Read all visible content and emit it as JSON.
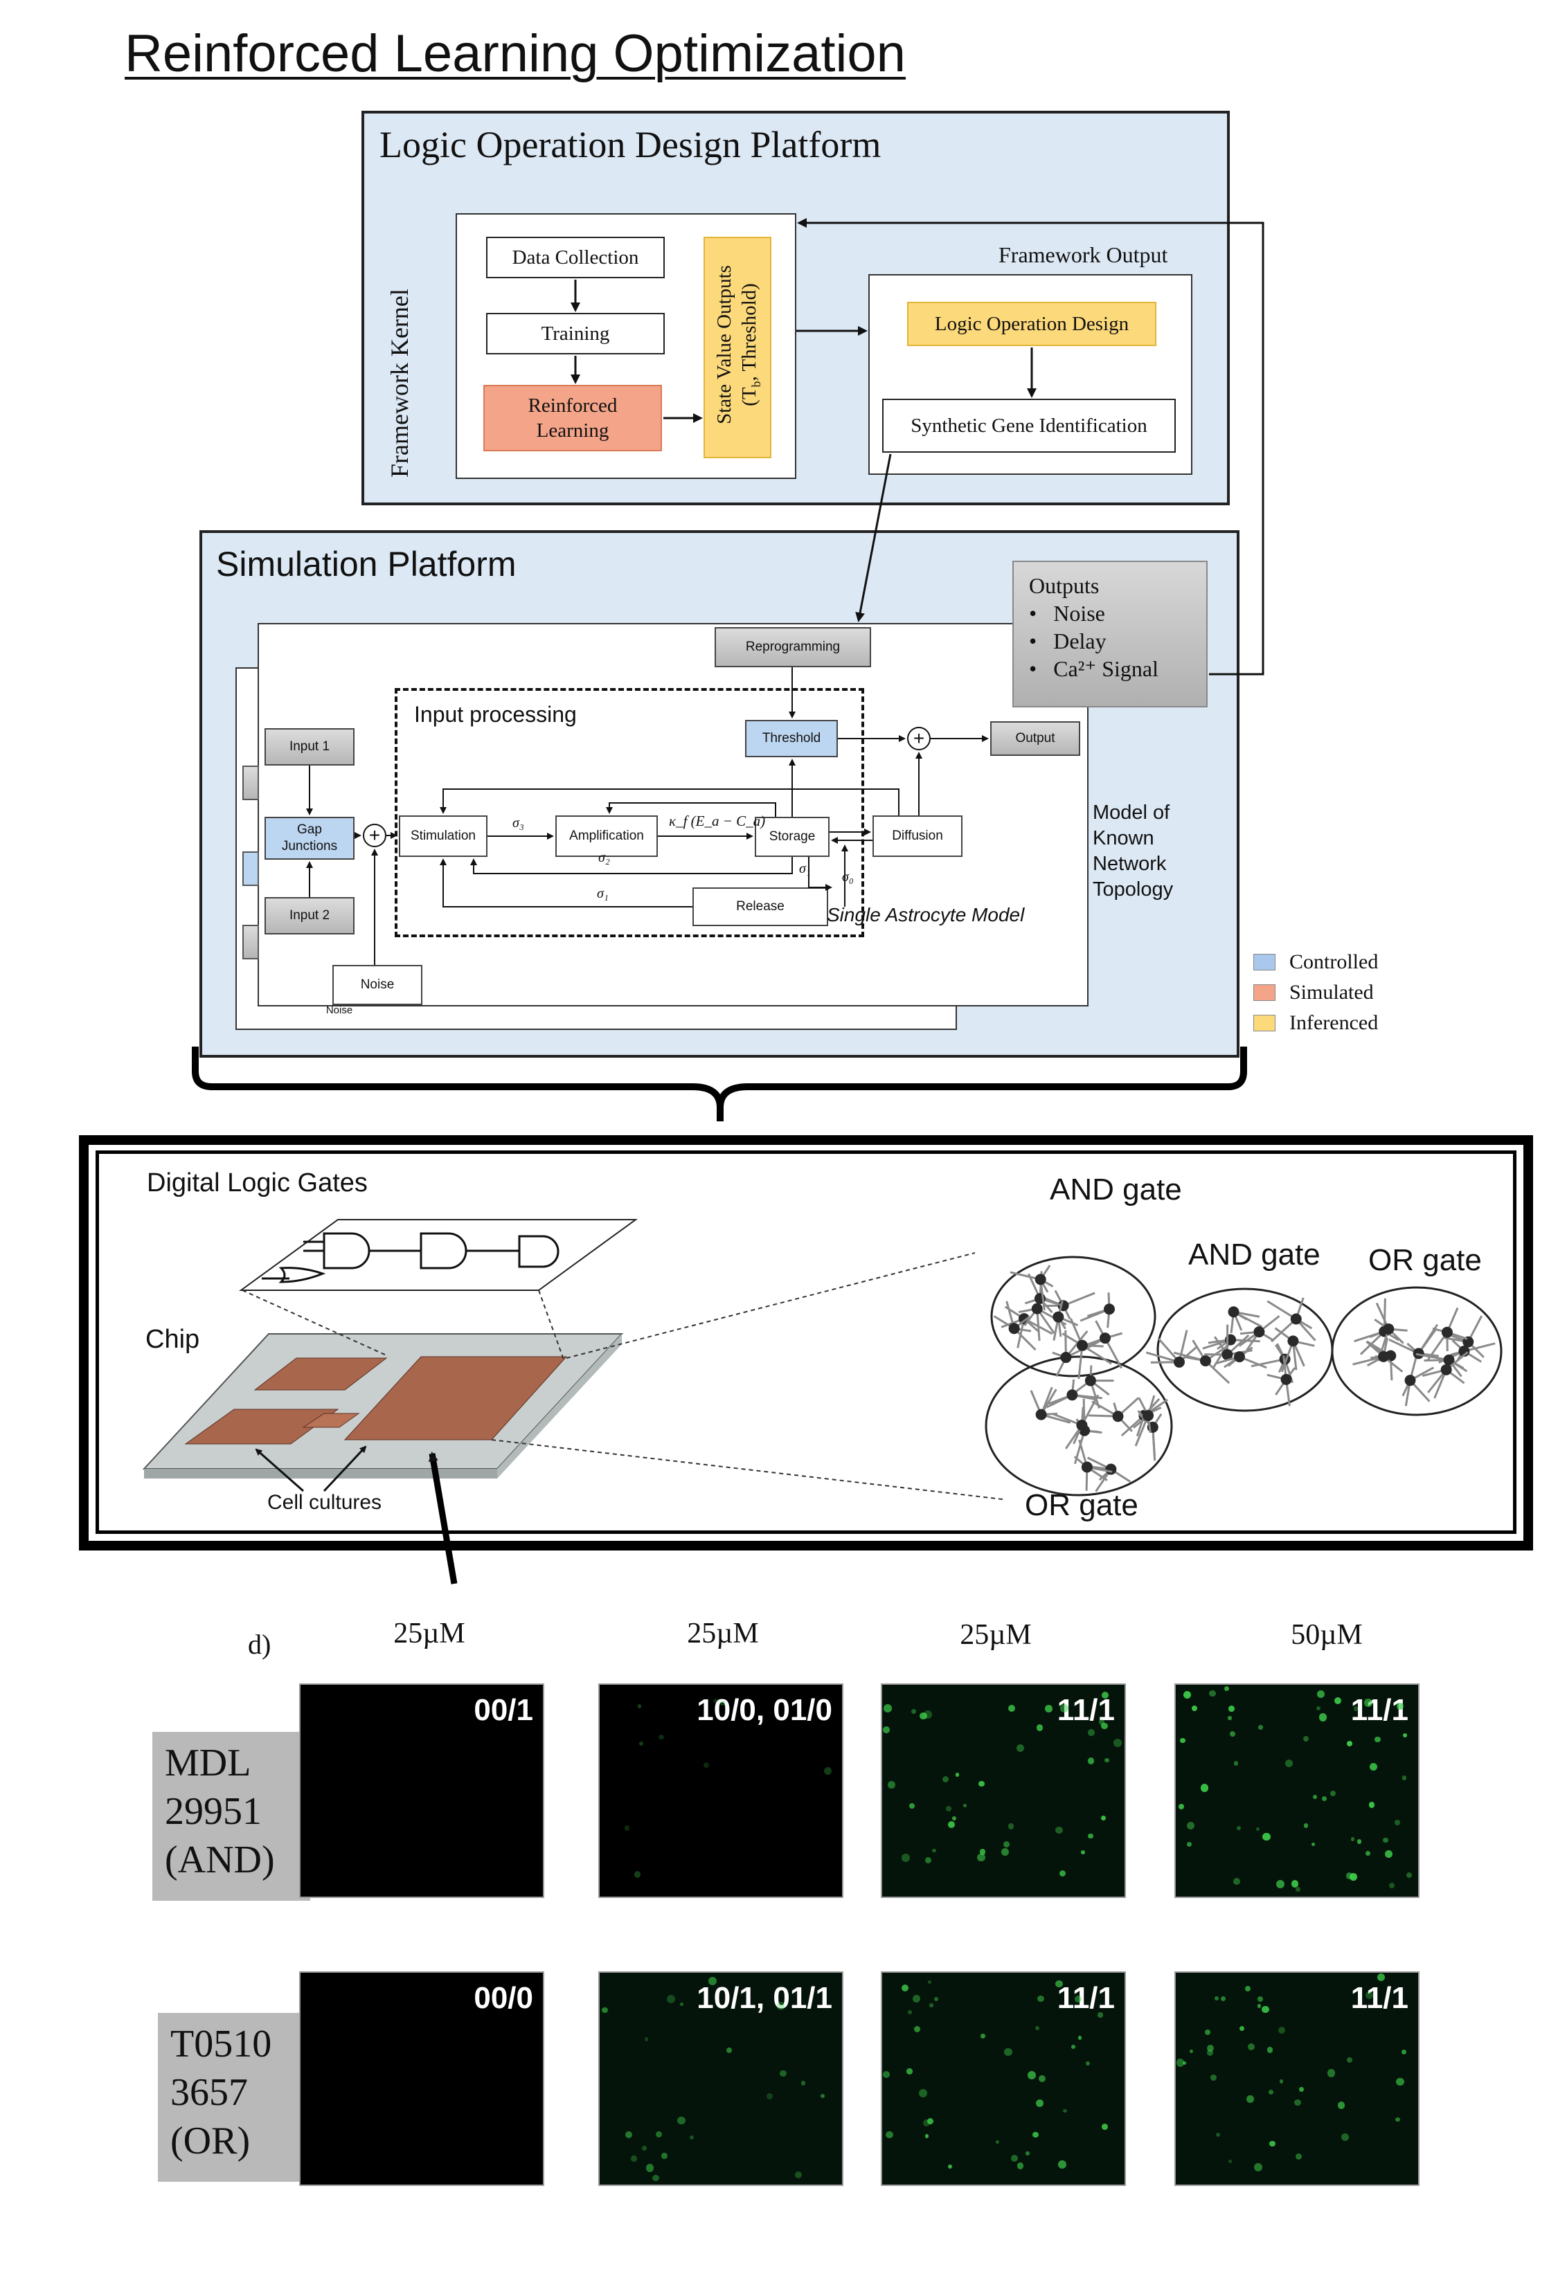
{
  "title": "Reinforced Learning Optimization",
  "logic_platform": {
    "title": "Logic Operation Design Platform",
    "kernel_label": "Framework Kernel",
    "data_collection": "Data  Collection",
    "training": "Training",
    "reinforced_learning": "Reinforced Learning",
    "state_value": "State Value Outputs (T_b, Threshold)",
    "state_value_line1": "State Value Outputs",
    "state_value_line2_pre": "(T",
    "state_value_sub": "b",
    "state_value_line2_post": ", Threshold)",
    "framework_output_label": "Framework Output",
    "logic_operation_design": "Logic Operation Design",
    "synthetic_gene": "Synthetic Gene Identification"
  },
  "simulation": {
    "title": "Simulation Platform",
    "outputs_title": "Outputs",
    "outputs_items": [
      "Noise",
      "Delay",
      "Ca²⁺ Signal"
    ],
    "reprogramming": "Reprogramming",
    "threshold": "Threshold",
    "output": "Output",
    "input_processing": "Input processing",
    "input1": "Input 1",
    "input2": "Input 2",
    "gap_junctions": "Gap Junctions",
    "stimulation": "Stimulation",
    "amplification": "Amplification",
    "storage": "Storage",
    "diffusion": "Diffusion",
    "release": "Release",
    "noise": "Noise",
    "noise_back": "Noise",
    "sigma3": "σ₃",
    "sigma2": "σ₂",
    "sigma1a": "σ₁",
    "sigma1b": "σ₁",
    "sigma0": "σ₀",
    "kappa": "κ_f (E_a − C_a)",
    "single_astrocyte": "Single Astrocyte Model",
    "model_known": "Model of Known Network Topology",
    "model_lines": [
      "Model of",
      "Known",
      "Network",
      "Topology"
    ]
  },
  "legend": {
    "items": [
      {
        "label": "Controlled",
        "color": "#a9c8ec"
      },
      {
        "label": "Simulated",
        "color": "#f3a489"
      },
      {
        "label": "Inferenced",
        "color": "#fcd97a"
      }
    ]
  },
  "gates_panel": {
    "digital_logic_gates": "Digital Logic Gates",
    "chip": "Chip",
    "cell_cultures": "Cell cultures",
    "and_gate_1": "AND gate",
    "and_gate_2": "AND gate",
    "or_gate_1": "OR gate",
    "or_gate_2": "OR gate"
  },
  "micro_panel": {
    "panel_letter": "d)",
    "concentrations": [
      "25µM",
      "25µM",
      "25µM",
      "50µM"
    ],
    "rows": [
      {
        "label_lines": [
          "MDL",
          "29951",
          "(AND)"
        ],
        "states": [
          "00/1",
          "10/0, 01/0",
          "11/1",
          "11/1"
        ],
        "intensity": [
          0,
          0.15,
          0.65,
          0.85
        ]
      },
      {
        "label_lines": [
          "T0510",
          "3657",
          "(OR)"
        ],
        "states": [
          "00/0",
          "10/1, 01/1",
          "11/1",
          "11/1"
        ],
        "intensity": [
          0,
          0.35,
          0.6,
          0.6
        ]
      }
    ]
  }
}
